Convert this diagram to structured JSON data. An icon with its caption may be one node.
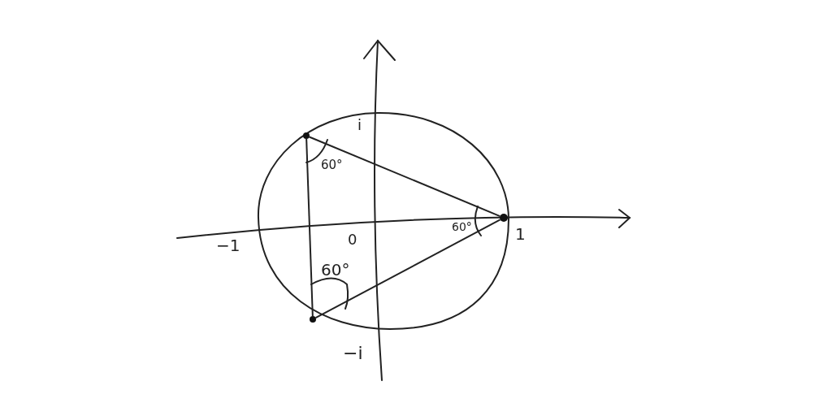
{
  "diagram": {
    "nodes": [
      {
        "text": [],
        "shape": "circle"
      },
      {
        "text": [],
        "shape": "circle"
      },
      {
        "text": [],
        "shape": "circle"
      }
    ],
    "edges": [
      {
        "from": 0,
        "to": 2,
        "arrow": "none"
      },
      {
        "from": 2,
        "to": 1,
        "arrow": "none"
      },
      {
        "from": 1,
        "to": 0,
        "arrow": "none"
      }
    ],
    "labels": [
      "i",
      "60°",
      "−1",
      "0",
      "60°",
      "1",
      "60°",
      "−i"
    ]
  }
}
